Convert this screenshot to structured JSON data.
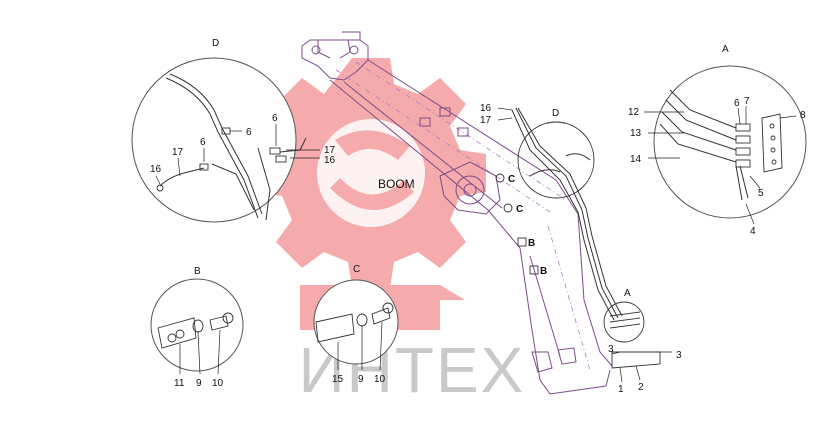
{
  "diagram": {
    "boom_label": "BOOM",
    "watermark_text": "ИНТЕХ",
    "watermark_color": "#f07878",
    "boom_color": "#7a4d8a",
    "details": {
      "a": {
        "title": "A",
        "small_tag": "A"
      },
      "b": {
        "title": "B"
      },
      "c": {
        "title": "C"
      },
      "d": {
        "title": "D",
        "small_tag": "D"
      }
    },
    "boom_markers": {
      "c_upper": "C",
      "c_lower": "C",
      "b_upper": "B",
      "b_lower": "B"
    },
    "callouts": {
      "d_6a": "6",
      "d_6b": "6",
      "d_6c": "6",
      "d_17a": "17",
      "d_17b": "17",
      "d_16a": "16",
      "d_16b": "16",
      "a_6": "6",
      "a_7": "7",
      "a_8": "8",
      "a_12": "12",
      "a_13": "13",
      "a_14": "14",
      "a_5": "5",
      "a_4": "4",
      "b_11": "11",
      "b_9": "9",
      "b_10": "10",
      "c_15": "15",
      "c_9": "9",
      "c_10": "10",
      "m_16": "16",
      "m_17": "17",
      "m_3a": "3",
      "m_3b": "3",
      "m_1": "1",
      "m_2": "2"
    }
  }
}
